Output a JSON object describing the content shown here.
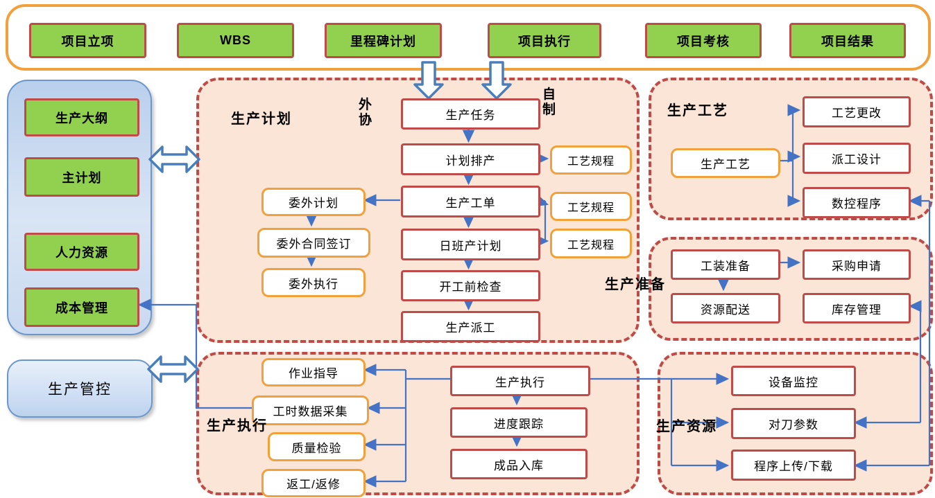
{
  "top_bar": {
    "items": [
      "项目立项",
      "WBS",
      "里程碑计划",
      "项目执行",
      "项目考核",
      "项目结果"
    ]
  },
  "sidebar": {
    "items": [
      "生产大纲",
      "主计划",
      "人力资源",
      "成本管理"
    ],
    "control": "生产管控"
  },
  "regions": {
    "plan": {
      "title": "生产计划",
      "outsource_label": "外协",
      "inhouse_label": "自制",
      "chain": [
        "生产任务",
        "计划排产",
        "生产工单",
        "日班产计划",
        "开工前检查",
        "生产派工"
      ],
      "specs": [
        "工艺规程",
        "工艺规程",
        "工艺规程"
      ],
      "outsource_chain": [
        "委外计划",
        "委外合同签订",
        "委外执行"
      ]
    },
    "craft": {
      "title": "生产工艺",
      "source": "生产工艺",
      "targets": [
        "工艺更改",
        "派工设计",
        "数控程序"
      ]
    },
    "prep": {
      "title": "生产准备",
      "items": [
        "工装准备",
        "采购申请",
        "资源配送",
        "库存管理"
      ]
    },
    "exec": {
      "title": "生产执行",
      "supports": [
        "作业指导",
        "工时数据采集",
        "质量检验",
        "返工/返修"
      ],
      "chain": [
        "生产执行",
        "进度跟踪",
        "成品入库"
      ]
    },
    "resource": {
      "title": "生产资源",
      "items": [
        "设备监控",
        "对刀参数",
        "程序上传/下载"
      ]
    }
  },
  "colors": {
    "green_fill": "#92D050",
    "red_border": "#BE4B48",
    "orange_border": "#F0A13C",
    "region_fill": "#FBE5D6",
    "connector_blue": "#4472C4",
    "panel_blue": "#BCD1EC"
  }
}
